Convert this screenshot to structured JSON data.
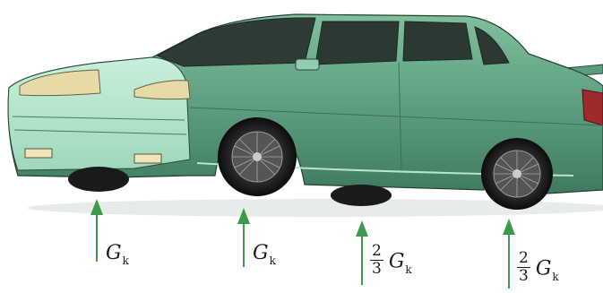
{
  "diagram": {
    "arrow_color": "#3d9a4a",
    "body_color": "#4f8f72",
    "forces": [
      {
        "fraction_num": "",
        "fraction_den": "",
        "symbol": "G",
        "subscript": "k"
      },
      {
        "fraction_num": "",
        "fraction_den": "",
        "symbol": "G",
        "subscript": "k"
      },
      {
        "fraction_num": "2",
        "fraction_den": "3",
        "symbol": "G",
        "subscript": "k"
      },
      {
        "fraction_num": "2",
        "fraction_den": "3",
        "symbol": "G",
        "subscript": "k"
      }
    ]
  }
}
